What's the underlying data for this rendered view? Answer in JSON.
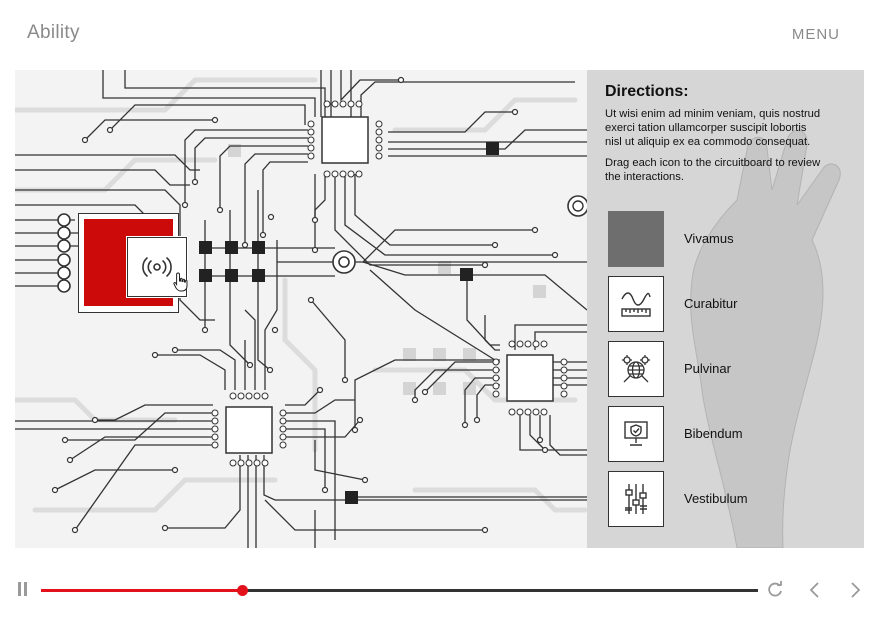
{
  "app": {
    "title": "Ability",
    "menu_label": "MENU"
  },
  "directions": {
    "title": "Directions:",
    "paragraph1": "Ut wisi enim ad minim veniam, quis nostrud exerci tation ullamcorper suscipit lobortis nisl ut aliquip ex ea commodo consequat.",
    "paragraph2": "Drag each icon to the circuitboard to review the interactions."
  },
  "icons": [
    {
      "label": "Vivamus",
      "icon": "blank-tile",
      "state": "placed"
    },
    {
      "label": "Curabitur",
      "icon": "waveform-ruler-icon",
      "state": "available"
    },
    {
      "label": "Pulvinar",
      "icon": "globe-gear-icon",
      "state": "available"
    },
    {
      "label": "Bibendum",
      "icon": "shield-monitor-icon",
      "state": "available"
    },
    {
      "label": "Vestibulum",
      "icon": "sliders-equalizer-icon",
      "state": "available"
    }
  ],
  "dragged_icon": {
    "icon": "wireless-signal-icon"
  },
  "player": {
    "progress": 0.28
  },
  "colors": {
    "accent": "#e3111b",
    "drop_zone": "#cc0a0a",
    "panel": "#d6d6d6",
    "muted": "#8a8a8a"
  }
}
